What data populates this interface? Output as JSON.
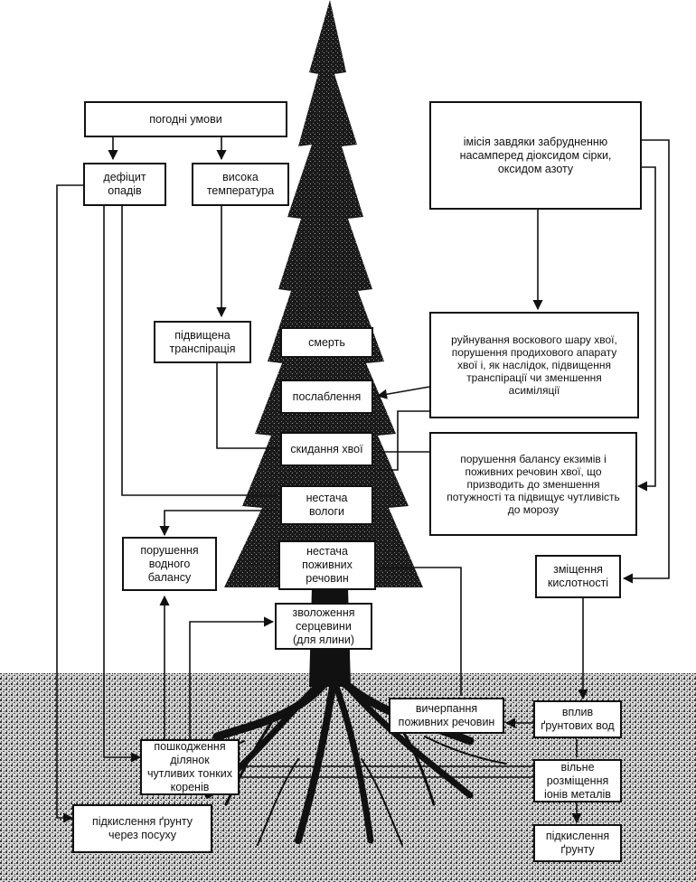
{
  "diagram": {
    "boxes": {
      "weather": "погодні умови",
      "precip_deficit": "дефіцит\nопадів",
      "high_temp": "висока\nтемпература",
      "transpiration": "підвищена\nтранспірація",
      "death": "смерть",
      "weakening": "послаблення",
      "needle_drop": "скидання хвої",
      "moisture_lack": "нестача\nвологи",
      "water_balance": "порушення\nводного\nбалансу",
      "nutrient_lack": "нестача\nпоживних\nречовин",
      "heartwood": "зволоження\nсерцевини\n(для ялини)",
      "emission": "імісія завдяки забрудненню\nнасамперед діоксидом сірки,\nоксидом азоту",
      "wax_destruction": "руйнування воскового шару хвої,\nпорушення продихового апарату\nхвої і, як наслідок, підвищення\nтранспірації чи зменшення\nасиміляції",
      "enzyme_balance": "порушення балансу екзимів і\nпоживних речовин хвої, що\nпризводить до зменшення\nпотужності та підвищує чутливість\nдо морозу",
      "acidity_shift": "зміщення\nкислотності",
      "nutrient_depletion": "вичерпання\nпоживних речовин",
      "groundwater": "вплив\nґрунтових вод",
      "root_damage": "пошкодження\nділянок\nчутливих тонких\nкоренів",
      "metal_ions": "вільне\nрозміщення\nіонів металів",
      "soil_acid_canopy": "підкислення ґрунту\nчерез посуху",
      "soil_acid": "підкислення\nґрунту"
    }
  }
}
